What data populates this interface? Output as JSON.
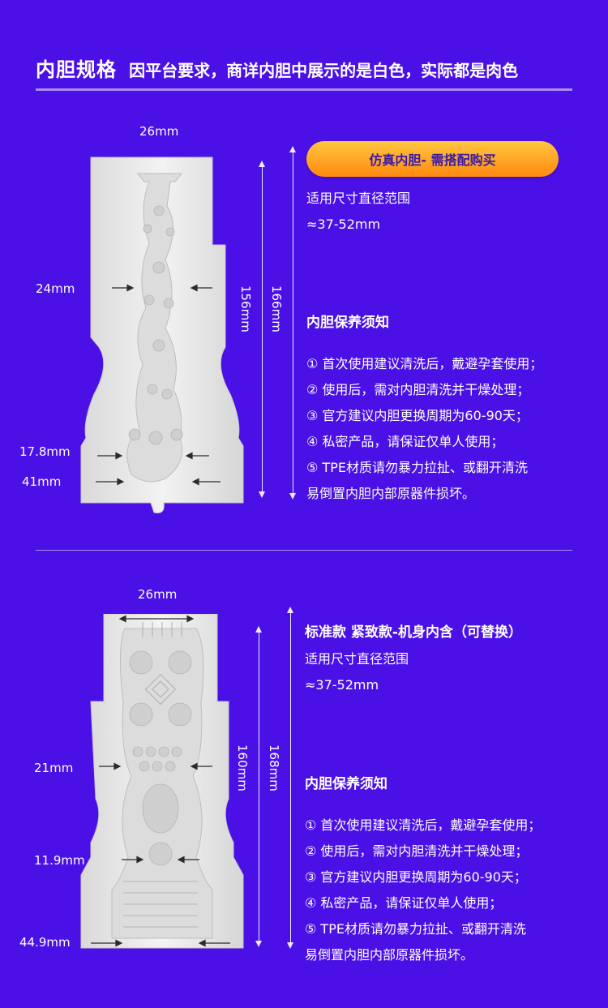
{
  "header": {
    "title": "内胆规格",
    "subtitle": "因平台要求，商详内胆中展示的是白色，实际都是肉色"
  },
  "product1": {
    "dims": {
      "top_width": "26mm",
      "mid_width": "24mm",
      "lower_width": "17.8mm",
      "base_width": "41mm",
      "inner_length": "156mm",
      "total_length": "166mm"
    },
    "badge": "仿真内胆- 需搭配购买",
    "fit_label": "适用尺寸直径范围",
    "fit_range": "≈37-52mm",
    "care_title": "内胆保养须知",
    "care_items": [
      "① 首次使用建议清洗后，戴避孕套使用；",
      "② 使用后，需对内胆清洗并干燥处理；",
      "③ 官方建议内胆更换周期为60-90天；",
      "④ 私密产品，请保证仅单人使用；",
      "⑤ TPE材质请勿暴力拉扯、或翻开清洗",
      "易倒置内胆内部原器件损坏。"
    ]
  },
  "product2": {
    "dims": {
      "top_width": "26mm",
      "mid_width": "21mm",
      "lower_width": "11.9mm",
      "base_width": "44.9mm",
      "inner_length": "160mm",
      "total_length": "168mm"
    },
    "title": "标准款 紧致款-机身内含（可替换）",
    "fit_label": "适用尺寸直径范围",
    "fit_range": "≈37-52mm",
    "care_title": "内胆保养须知",
    "care_items": [
      "① 首次使用建议清洗后，戴避孕套使用；",
      "② 使用后，需对内胆清洗并干燥处理；",
      "③ 官方建议内胆更换周期为60-90天；",
      "④ 私密产品，请保证仅单人使用；",
      "⑤ TPE材质请勿暴力拉扯、或翻开清洗",
      "易倒置内胆内部原器件损坏。"
    ]
  },
  "colors": {
    "background": "#4a10e6",
    "badge_gradient_top": "#ffc640",
    "badge_gradient_bottom": "#ff8a0e",
    "badge_text": "#3a1aa8",
    "divider": "#b18cf7",
    "sleeve": "#ececec"
  }
}
